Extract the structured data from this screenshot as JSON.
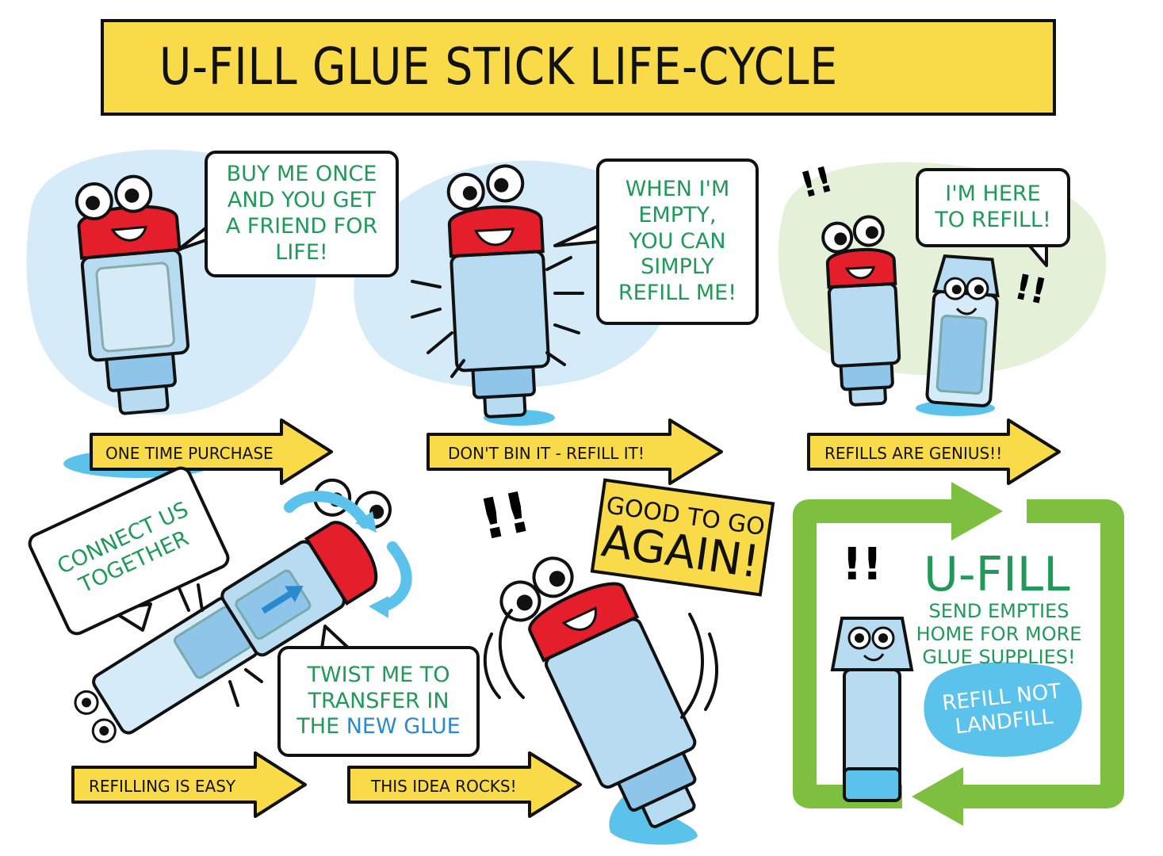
{
  "title": "U-FILL GLUE STICK LIFE-CYCLE",
  "panels": [
    {
      "speech": "BUY ME ONCE\nAND YOU GET\nA FRIEND FOR\nLIFE!",
      "arrow_label": "ONE TIME PURCHASE"
    },
    {
      "speech": "WHEN I'M\nEMPTY,\nYOU CAN\nSIMPLY\nREFILL ME!",
      "arrow_label": "DON'T BIN IT - REFILL IT!"
    },
    {
      "speech": "I'M HERE\nTO REFILL!",
      "arrow_label": "REFILLS ARE GENIUS!!",
      "exclaim_left": "!!",
      "exclaim_right": "!!"
    },
    {
      "speech": "CONNECT US\nTOGETHER",
      "arrow_label": "REFILLING IS EASY"
    },
    {
      "speech_part1": "TWIST ME TO\nTRANSFER IN\nTHE ",
      "speech_highlight": "NEW GLUE",
      "arrow_label": "THIS IDEA ROCKS!"
    },
    {
      "sign_line1": "GOOD TO GO",
      "sign_line2": "AGAIN!",
      "exclaim": "!!"
    }
  ],
  "ufill": {
    "heading": "U-FILL",
    "text": "SEND EMPTIES\nHOME FOR MORE\nGLUE SUPPLIES!",
    "badge": "REFILL NOT\nLANDFILL",
    "exclaim": "!!"
  },
  "colors": {
    "accent_yellow": "#f9db4a",
    "text_green": "#1f9a58",
    "blob_blue": "#d6ebf8",
    "blob_green": "#e5f0d8",
    "cap_red": "#e41e2b",
    "body_blue": "#b7dcf2",
    "frame_green": "#7dbf3e",
    "badge_blue": "#5bc2ec"
  }
}
